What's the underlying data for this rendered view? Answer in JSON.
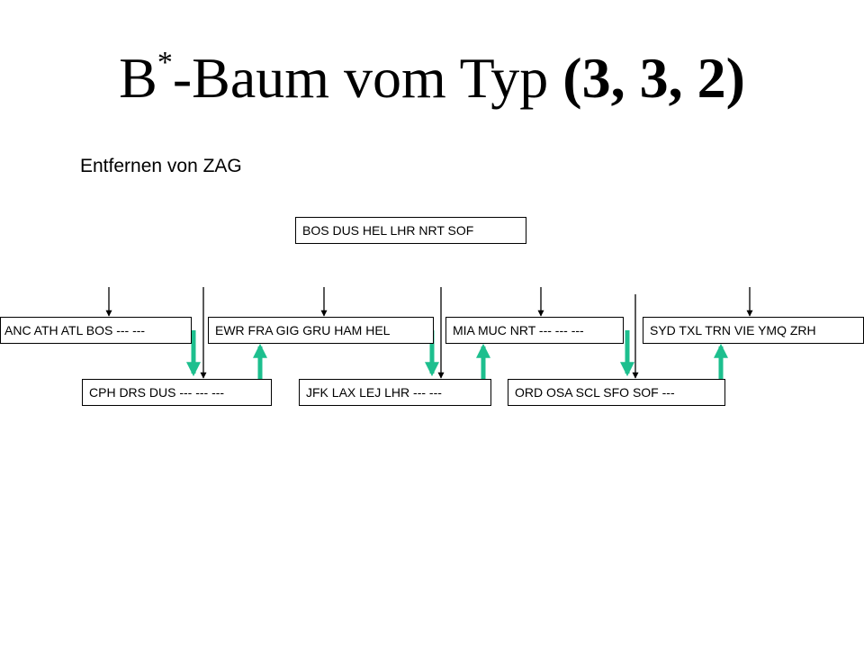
{
  "title": {
    "main": "B",
    "superscript": "*",
    "rest": "-Baum vom Typ ",
    "params": "(3, 3, 2)"
  },
  "subtitle": "Entfernen von ZAG",
  "nodes": {
    "root": "BOS  DUS  HEL  LHR  NRT  SOF",
    "level1_a": "ANC  ATH  ATL  BOS    ---  ---",
    "level1_b": "EWR  FRA  GIG   GRU  HAM  HEL",
    "level1_c": "MIA  MUC  NRT  ---  ---  ---",
    "level1_d": "SYD  TXL  TRN  VIE  YMQ  ZRH",
    "level2_a": "CPH  DRS  DUS  ---  ---  ---",
    "level2_b": "JFK  LAX  LEJ  LHR  ---  ---",
    "level2_c": "ORD  OSA  SCL  SFO  SOF  ---"
  },
  "colors": {
    "pointer_arrow": "#000000",
    "move_arrow": "#1dbf8e"
  }
}
